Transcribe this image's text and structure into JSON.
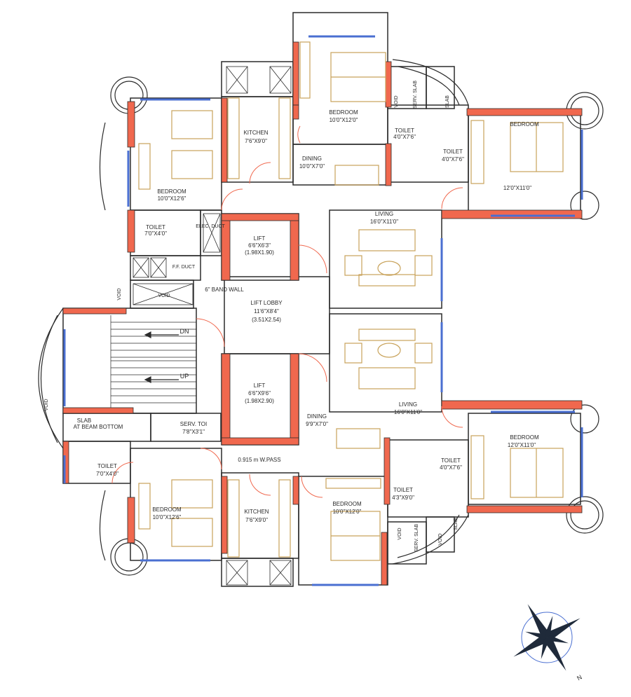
{
  "colors": {
    "wall": "#2b2b2b",
    "column": "#f0684e",
    "window": "#4a6fd1",
    "furniture": "#c8a25a",
    "background": "#ffffff",
    "compass": "#1f2a3a"
  },
  "rooms": {
    "bedroom_nw": {
      "name": "BEDROOM",
      "size": "10'0\"X12'6\""
    },
    "kitchen_n": {
      "name": "KITCHEN",
      "size": "7'6\"X9'0\""
    },
    "bedroom_n": {
      "name": "BEDROOM",
      "size": "10'0\"X12'0\""
    },
    "dining_n": {
      "name": "DINING",
      "size": "10'0\"X7'0\""
    },
    "toilet_n1": {
      "name": "TOILET",
      "size": "4'0\"X7'6\""
    },
    "toilet_n2": {
      "name": "TOILET",
      "size": "4'0\"X7'6\""
    },
    "bedroom_ne": {
      "name": "BEDROOM",
      "size": "12'0\"X11'0\""
    },
    "living_n": {
      "name": "LIVING",
      "size": "16'0\"X11'0\""
    },
    "toilet_w": {
      "name": "TOILET",
      "size": "7'0\"X4'0\""
    },
    "elec_duct": {
      "name": "ELEC. DUCT"
    },
    "ff_duct": {
      "name": "F.F. DUCT"
    },
    "lift_1": {
      "name": "LIFT",
      "size": "6'6\"X6'3\"",
      "metric": "(1.98X1.90)"
    },
    "band_wall": {
      "name": "6\" BAND WALL"
    },
    "lift_lobby": {
      "name": "LIFT LOBBY",
      "size": "11'6\"X8'4\"",
      "metric": "(3.51X2.54)"
    },
    "lift_2": {
      "name": "LIFT",
      "size": "6'6\"X9'6\"",
      "metric": "(1.98X2.90)"
    },
    "living_s": {
      "name": "LIVING",
      "size": "16'0\"X11'0\""
    },
    "dining_s": {
      "name": "DINING",
      "size": "9'9\"X7'0\""
    },
    "bedroom_se": {
      "name": "BEDROOM",
      "size": "12'0\"X11'0\""
    },
    "toilet_s1": {
      "name": "TOILET",
      "size": "4'0\"X7'6\""
    },
    "toilet_s2": {
      "name": "TOILET",
      "size": "4'3\"X9'0\""
    },
    "serv_toilet": {
      "name": "SERV. TOI",
      "size": "7'8\"X3'1\""
    },
    "toilet_sw": {
      "name": "TOILET",
      "size": "7'0\"X4'0\""
    },
    "bedroom_sw": {
      "name": "BEDROOM",
      "size": "10'0\"X12'6\""
    },
    "kitchen_s": {
      "name": "KITCHEN",
      "size": "7'6\"X9'0\""
    },
    "bedroom_s": {
      "name": "BEDROOM",
      "size": "10'0\"X12'0\""
    },
    "w_pass": {
      "name": "0.915 m W.PASS"
    },
    "slab": {
      "name": "SLAB",
      "sub": "AT BEAM BOTTOM"
    }
  },
  "small_labels": {
    "void": "VOID",
    "serv_slab": "SERV. SLAB",
    "slab": "SLAB",
    "dn": "DN",
    "up": "UP"
  },
  "compass": {
    "n": "N"
  }
}
